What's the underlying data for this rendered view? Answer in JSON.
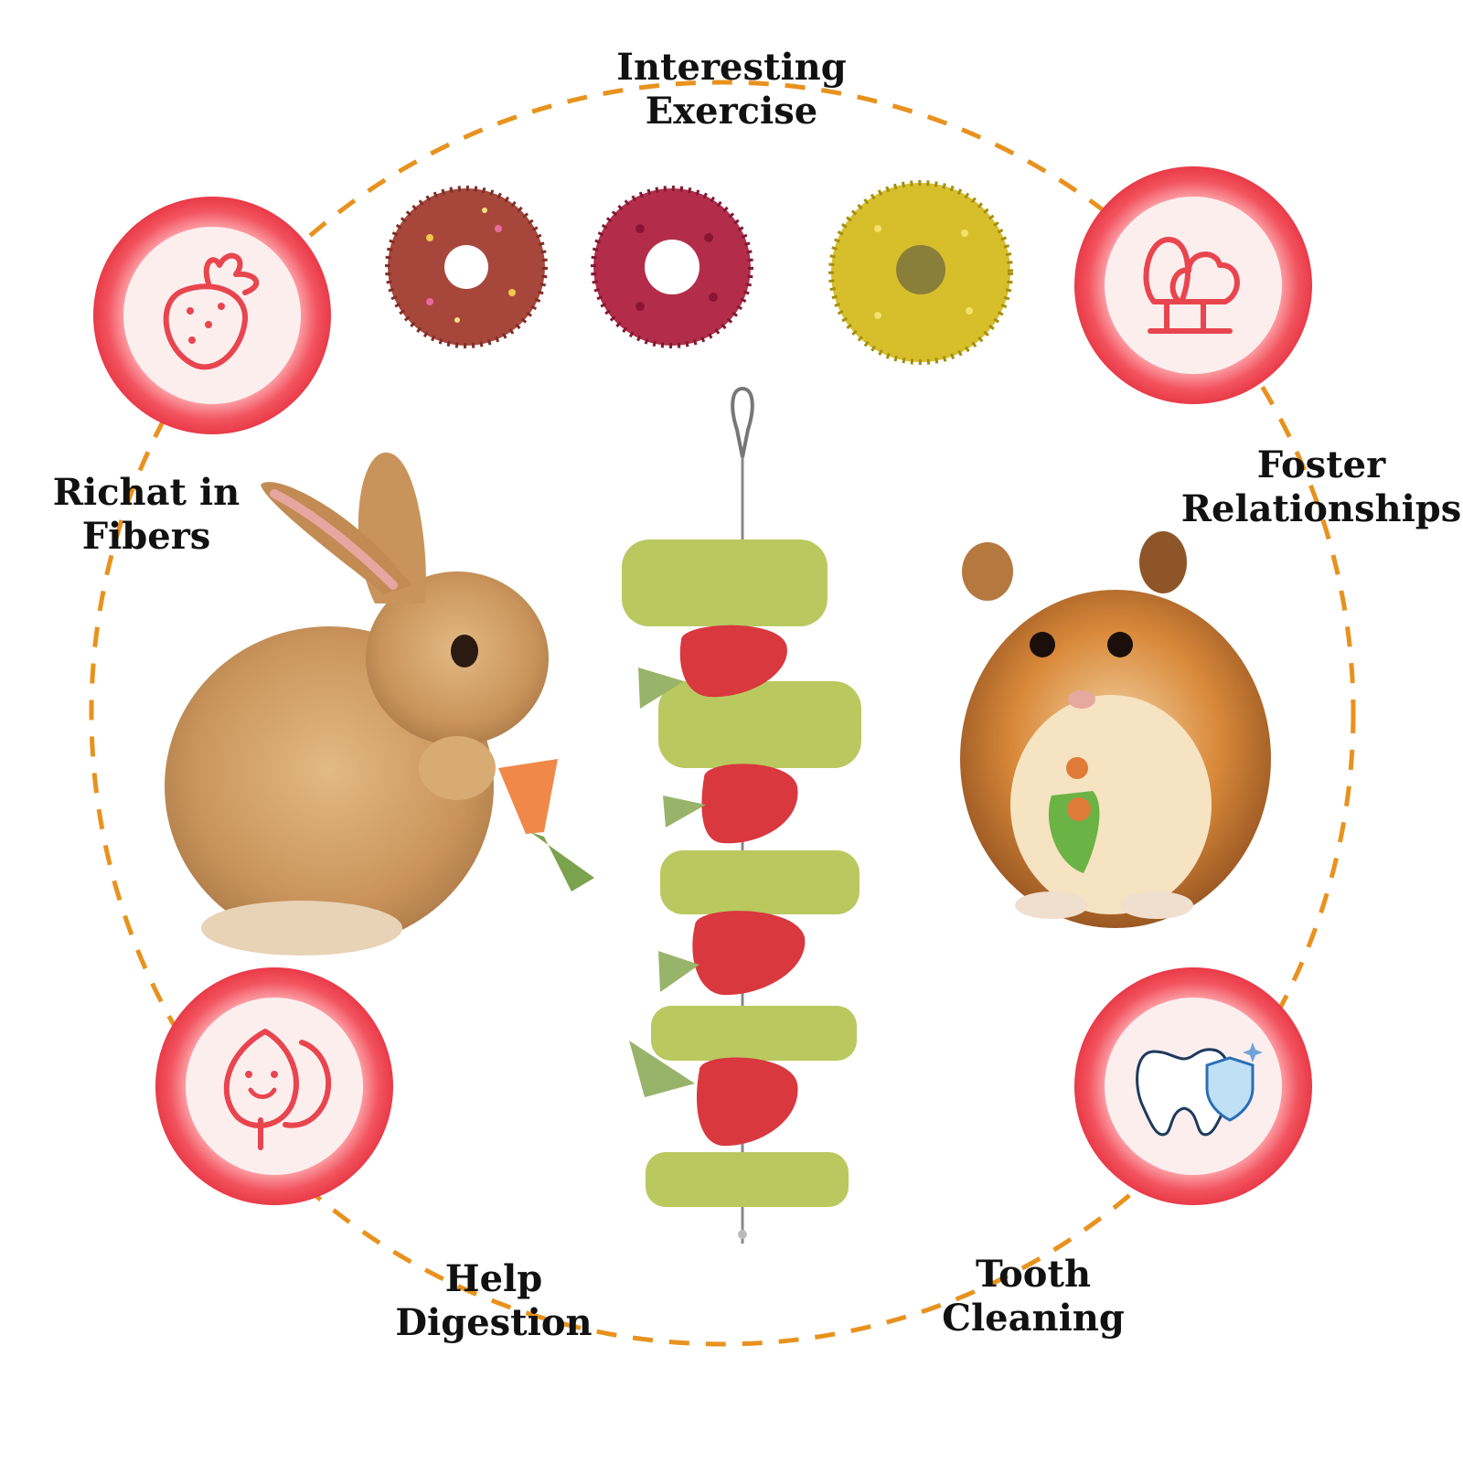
{
  "benefits": {
    "top": {
      "line1": "Interesting",
      "line2": "Exercise"
    },
    "left": {
      "line1": "Richat in",
      "line2": "Fibers"
    },
    "right": {
      "line1": "Foster",
      "line2": "Relationships"
    },
    "bottom_left": {
      "line1": "Help",
      "line2": "Digestion"
    },
    "bottom_right": {
      "line1": "Tooth",
      "line2": "Cleaning"
    }
  },
  "icons": {
    "top_left": "strawberry-icon",
    "top_right": "trees-icon",
    "bottom_left": "leaf-smile-icon",
    "bottom_right": "tooth-shield-icon"
  },
  "colors": {
    "dash_ring": "#e8921e",
    "badge_red": "#ef4a55",
    "badge_inner": "#fdeeee",
    "icon_stroke": "#e8454f"
  }
}
